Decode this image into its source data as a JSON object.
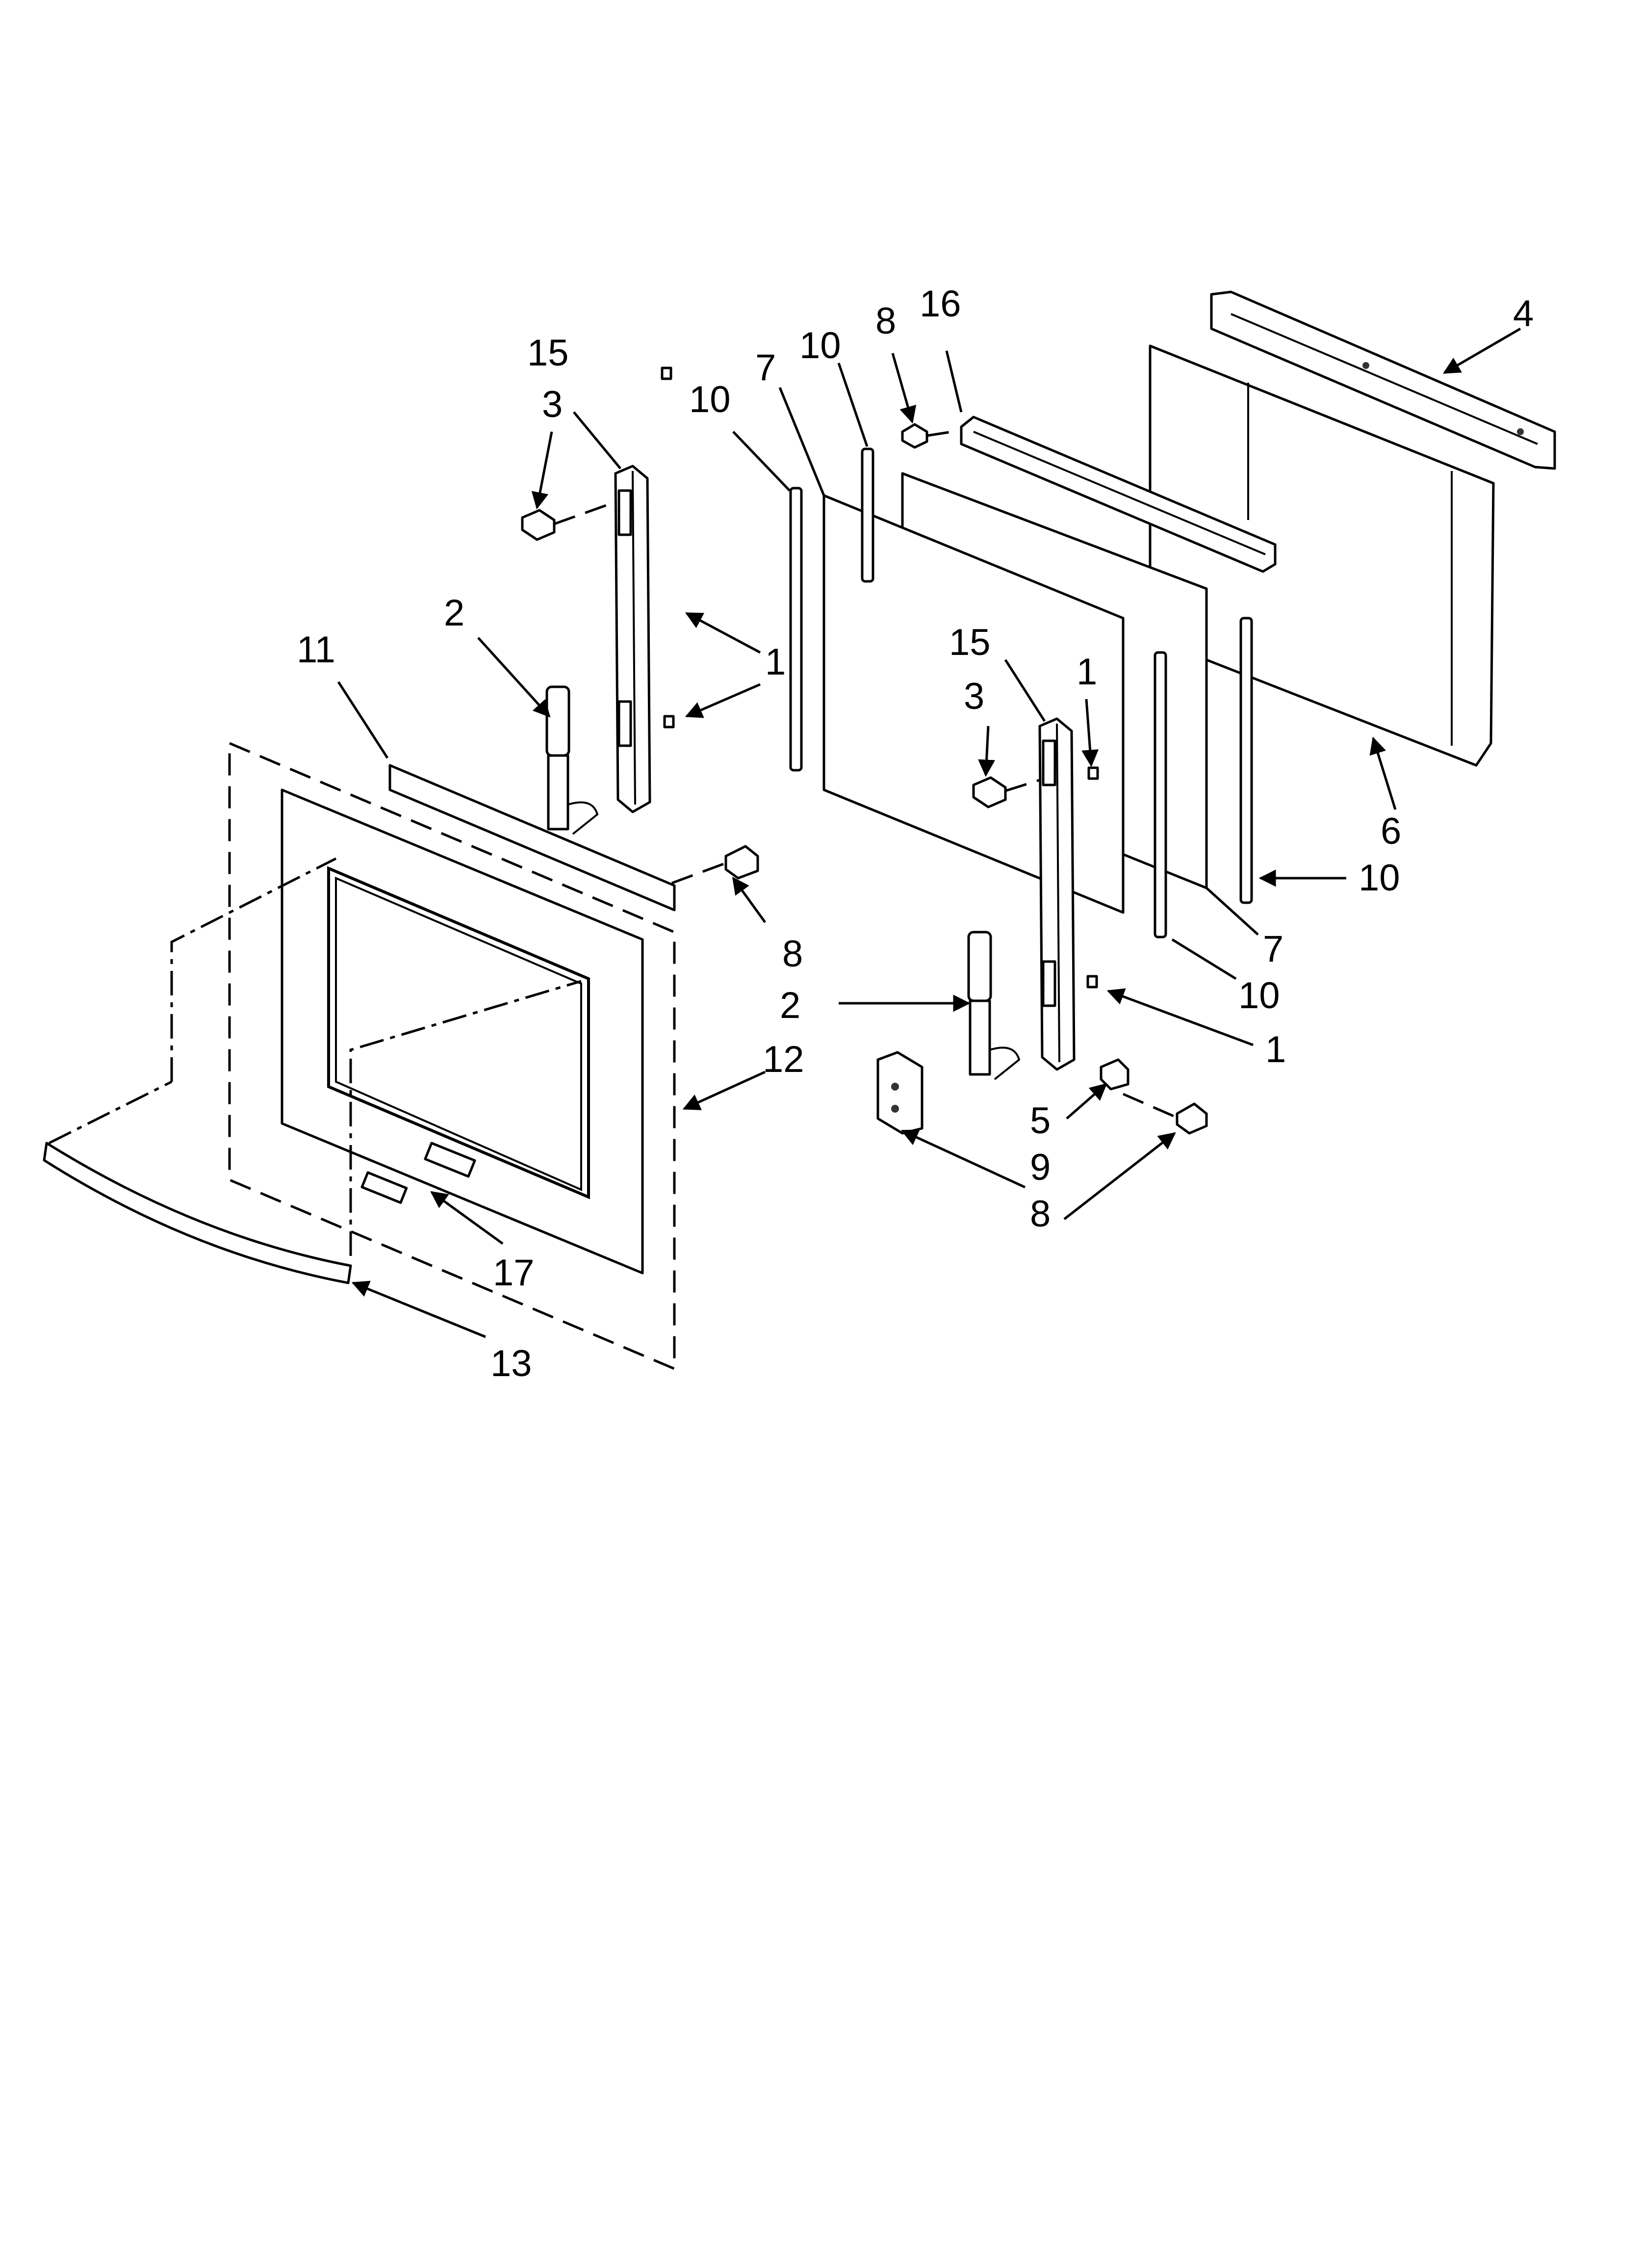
{
  "callouts": {
    "c4": "4",
    "c16": "16",
    "c8_top": "8",
    "c10_a": "10",
    "c7_top": "7",
    "c10_b": "10",
    "c15_left": "15",
    "c3_left": "3",
    "c2_left": "2",
    "c11": "11",
    "c1_left": "1",
    "c15_right": "15",
    "c3_right": "3",
    "c1_right_top": "1",
    "c6": "6",
    "c10_right": "10",
    "c7_right": "7",
    "c10_right_low": "10",
    "c8_mid": "8",
    "c2_right": "2",
    "c1_right_low": "1",
    "c12": "12",
    "c5": "5",
    "c9": "9",
    "c8_low": "8",
    "c17": "17",
    "c13": "13"
  }
}
